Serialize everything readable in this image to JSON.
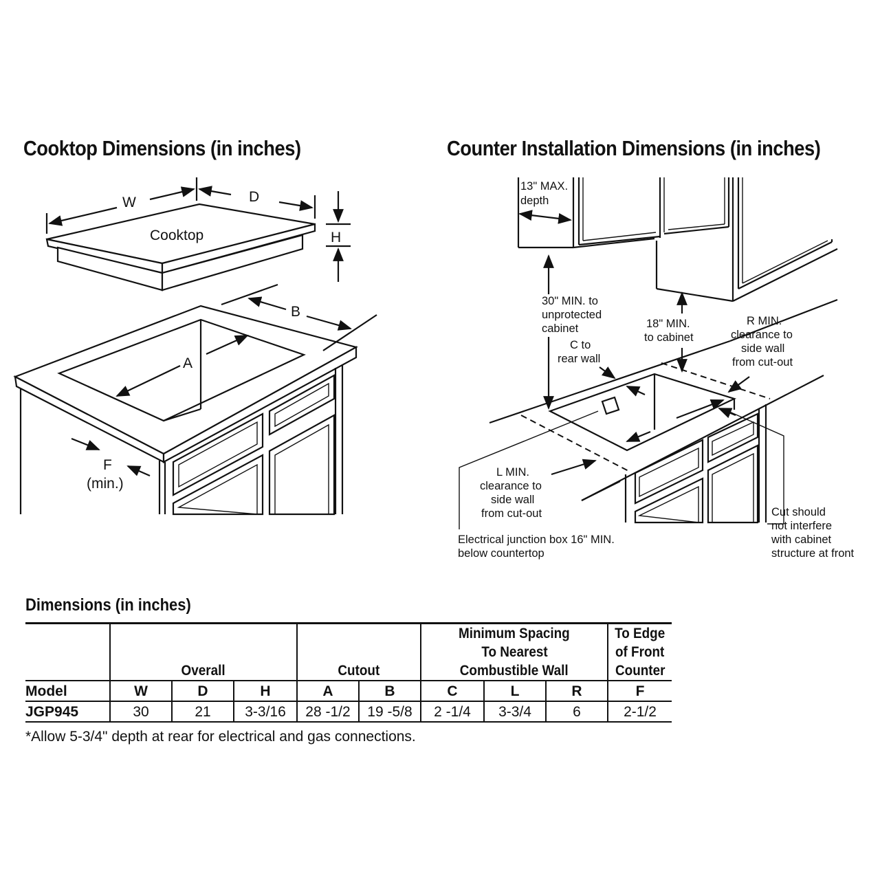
{
  "left_diagram": {
    "title": "Cooktop Dimensions (in inches)",
    "labels": {
      "w": "W",
      "d": "D",
      "h": "H",
      "cooktop": "Cooktop",
      "b": "B",
      "a": "A",
      "f": "F",
      "f_min": "(min.)"
    }
  },
  "right_diagram": {
    "title": "Counter Installation Dimensions (in inches)",
    "labels": {
      "max_depth_1": "13\" MAX.",
      "max_depth_2": "depth",
      "min30_1": "30\" MIN. to",
      "min30_2": "unprotected",
      "min30_3": "cabinet",
      "min18_1": "18\" MIN.",
      "min18_2": "to cabinet",
      "r_min_1": "R MIN.",
      "r_min_2": "clearance to",
      "r_min_3": "side wall",
      "r_min_4": "from cut-out",
      "c_1": "C to",
      "c_2": "rear wall",
      "l_min_1": "L MIN.",
      "l_min_2": "clearance to",
      "l_min_3": "side wall",
      "l_min_4": "from cut-out",
      "junction_1": "Electrical junction box 16\" MIN.",
      "junction_2": "below countertop",
      "cut_1": "Cut should",
      "cut_2": "not interfere",
      "cut_3": "with cabinet",
      "cut_4": "structure at front"
    }
  },
  "table": {
    "title": "Dimensions (in inches)",
    "groups": {
      "overall": "Overall",
      "cutout": "Cutout",
      "min_spacing_1": "Minimum Spacing",
      "min_spacing_2": "To Nearest",
      "min_spacing_3": "Combustible Wall",
      "edge_1": "To Edge",
      "edge_2": "of Front",
      "edge_3": "Counter"
    },
    "columns": [
      "Model",
      "W",
      "D",
      "H",
      "A",
      "B",
      "C",
      "L",
      "R",
      "F"
    ],
    "rows": [
      [
        "JGP945",
        "30",
        "21",
        "3-3/16",
        "28 -1/2",
        "19 -5/8",
        "2 -1/4",
        "3-3/4",
        "6",
        "2-1/2"
      ]
    ],
    "footnote": "*Allow 5-3/4\" depth at rear for electrical and gas connections."
  }
}
